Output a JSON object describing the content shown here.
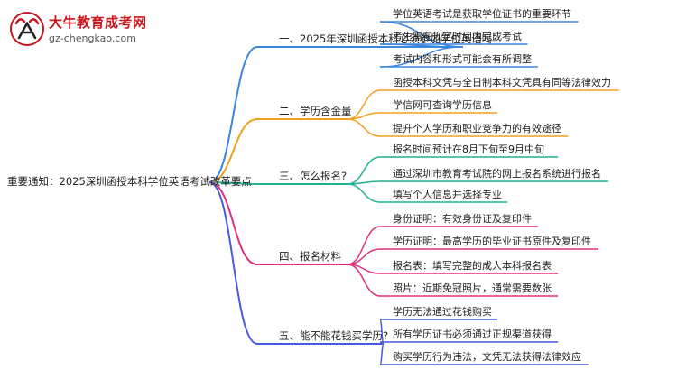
{
  "logo": {
    "title": "大牛教育成考网",
    "url": "gz-chengkao.com"
  },
  "root": "重要通知：2025深圳函授本科学位英语考试改革要点",
  "branches": [
    {
      "label": "一、2025年深圳函授本科必须参加学位英语吗?",
      "color": "#3a86e0",
      "leaves": [
        "学位英语考试是获取学位证书的重要环节",
        "考生需在规定时间内完成考试",
        "考试内容和形式可能会有所调整"
      ]
    },
    {
      "label": "二、学历含金量",
      "color": "#f0a020",
      "leaves": [
        "函授本科文凭与全日制本科文凭具有同等法律效力",
        "学信网可查询学历信息",
        "提升个人学历和职业竞争力的有效途径"
      ]
    },
    {
      "label": "三、怎么报名?",
      "color": "#22b090",
      "leaves": [
        "报名时间预计在8月下旬至9月中旬",
        "通过深圳市教育考试院的网上报名系统进行报名",
        "填写个人信息并选择专业"
      ]
    },
    {
      "label": "四、报名材料",
      "color": "#e0307a",
      "leaves": [
        "身份证明：有效身份证及复印件",
        "学历证明：最高学历的毕业证书原件及复印件",
        "报名表：填写完整的成人本科报名表",
        "照片：近期免冠照片，通常需要数张"
      ]
    },
    {
      "label": "五、能不能花钱买学历?",
      "color": "#4a5adc",
      "leaves": [
        "学历无法通过花钱购买",
        "所有学历证书必须通过正规渠道获得",
        "购买学历行为违法，文凭无法获得法律效应"
      ]
    }
  ]
}
